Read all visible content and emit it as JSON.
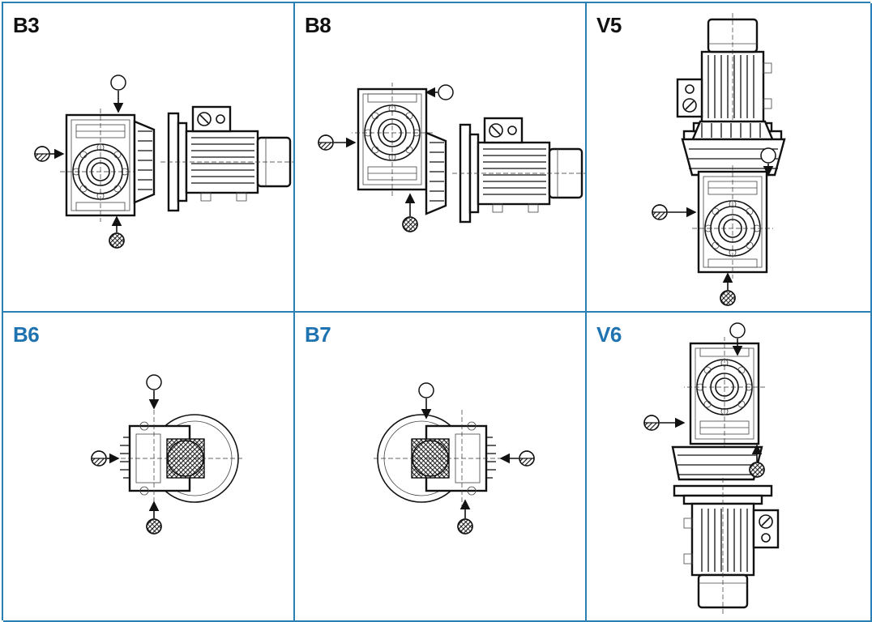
{
  "colors": {
    "border": "#2a7fb5",
    "top_label": "#111111",
    "bottom_label": "#1f73b0",
    "drawing": "#111111"
  },
  "panels": [
    {
      "id": "B3",
      "label": "B3"
    },
    {
      "id": "B8",
      "label": "B8"
    },
    {
      "id": "V5",
      "label": "V5"
    },
    {
      "id": "B6",
      "label": "B6"
    },
    {
      "id": "B7",
      "label": "B7"
    },
    {
      "id": "V6",
      "label": "V6"
    }
  ],
  "legend_icons": {
    "fill": "open-circle-icon",
    "level": "half-filled-circle-icon",
    "drain": "hatched-circle-icon"
  }
}
